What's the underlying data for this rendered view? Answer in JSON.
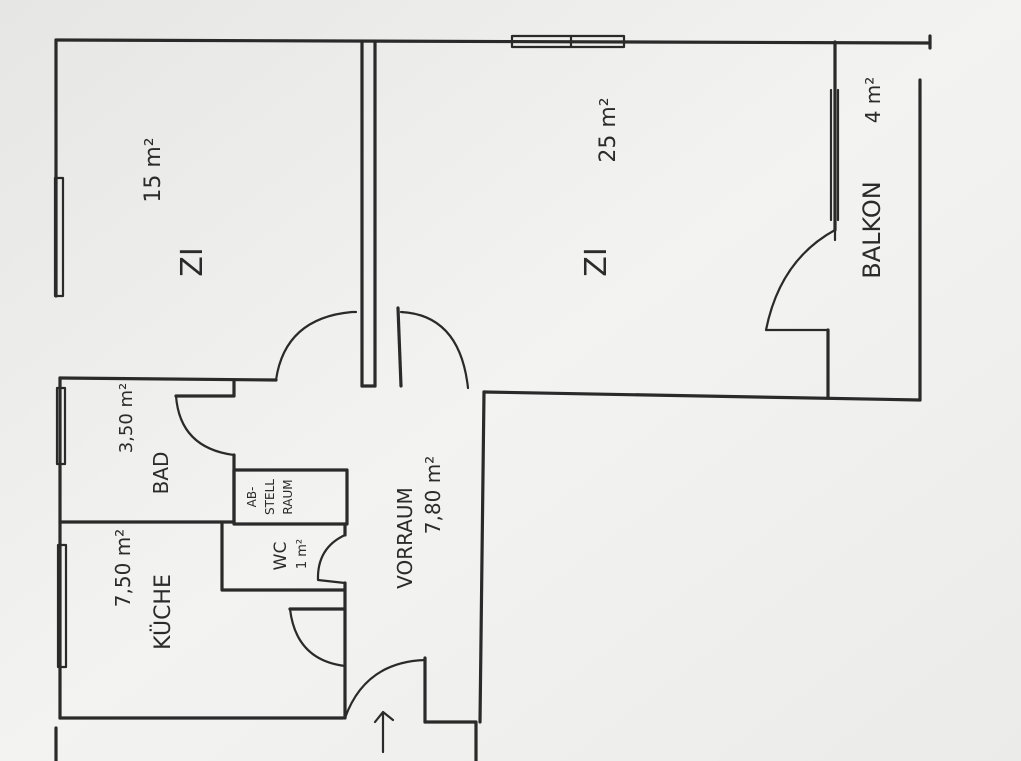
{
  "rooms": {
    "zi_small": {
      "name": "ZI",
      "area": "15 m²"
    },
    "zi_large": {
      "name": "ZI",
      "area": "25 m²"
    },
    "balkon": {
      "name": "BALKON",
      "area": "4 m²"
    },
    "bad": {
      "name": "BAD",
      "area": "3,50 m²"
    },
    "abstellraum": {
      "line1": "AB-",
      "line2": "STELL",
      "line3": "RAUM"
    },
    "wc": {
      "name": "WC",
      "area": "1 m²"
    },
    "vorraum": {
      "name": "VORRAUM",
      "area": "7,80 m²"
    },
    "kueche": {
      "name": "KÜCHE",
      "area": "7,50 m²"
    }
  },
  "colors": {
    "paper": "#f1f1ef",
    "ink": "#2a2a2a",
    "background": "#d9d9d9"
  }
}
